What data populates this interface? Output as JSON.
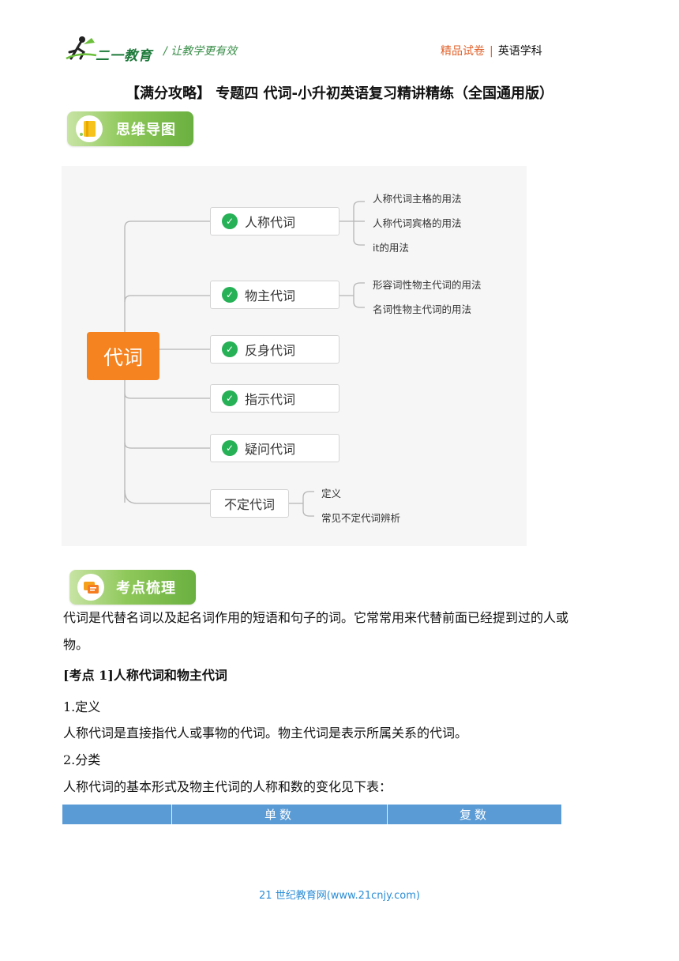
{
  "header": {
    "logo_text": "二一教育",
    "slogan": "/ 让教学更有效",
    "quality": "精品试卷",
    "subject": "英语学科"
  },
  "title": "【满分攻略】 专题四 代词-小升初英语复习精讲精练（全国通用版）",
  "banner1": "思维导图",
  "mindmap": {
    "root": "代词",
    "nodes": [
      "人称代词",
      "物主代词",
      "反身代词",
      "指示代词",
      "疑问代词",
      "不定代词"
    ],
    "leaves_personal": [
      "人称代词主格的用法",
      "人称代词宾格的用法",
      "it的用法"
    ],
    "leaves_possessive": [
      "形容词性物主代词的用法",
      "名词性物主代词的用法"
    ],
    "leaves_indefinite": [
      "定义",
      "常见不定代词辨析"
    ]
  },
  "banner2": "考点梳理",
  "content": {
    "intro_line1": "代词是代替名词以及起名词作用的短语和句子的词。它常常用来代替前面已经提到过的人或",
    "intro_line2": "物。",
    "kp1_prefix": "[考点 1]",
    "kp1_title": "人称代词和物主代词",
    "def_heading": "1.定义",
    "def_text": "人称代词是直接指代人或事物的代词。物主代词是表示所属关系的代词。",
    "cat_heading": "2.分类",
    "cat_text": "人称代词的基本形式及物主代词的人称和数的变化见下表："
  },
  "table": {
    "headers": [
      "",
      "单数",
      "复数"
    ]
  },
  "footer": "21 世纪教育网(www.21cnjy.com)",
  "colors": {
    "root": "#f5831f",
    "check": "#27b157",
    "banner_green": "#6ab040",
    "table_header": "#5b9bd5",
    "accent_orange": "#e0612a"
  }
}
